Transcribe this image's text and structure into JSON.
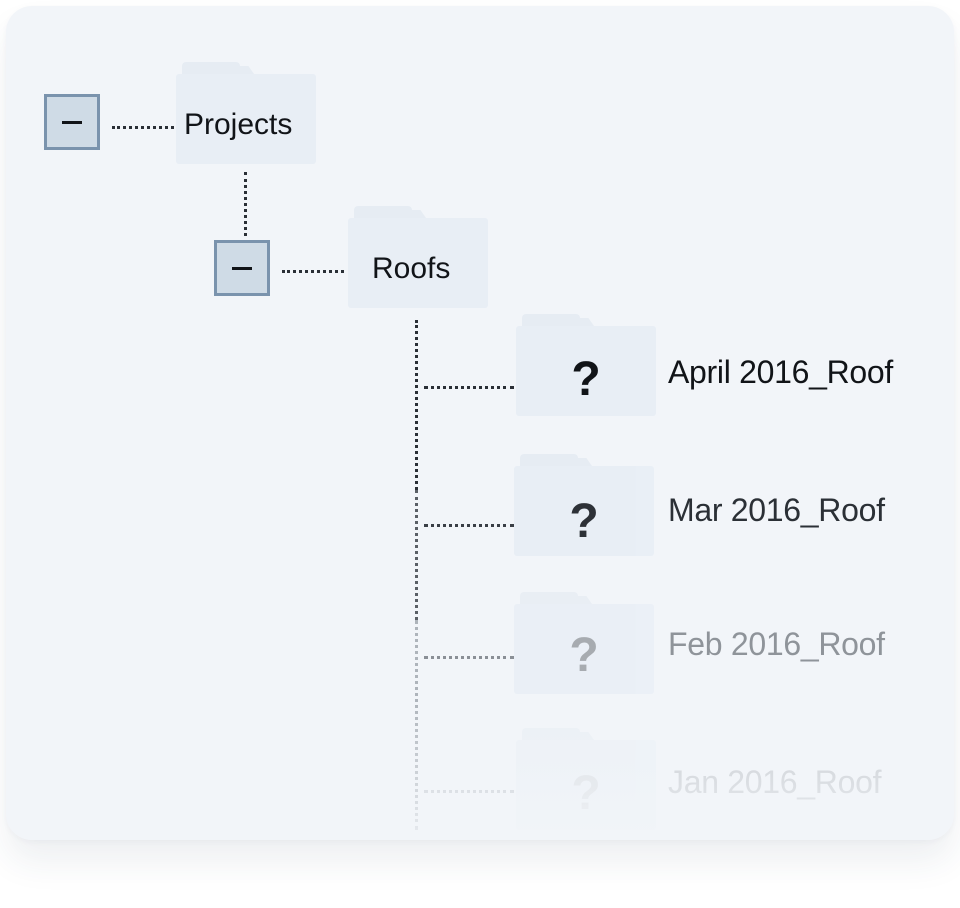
{
  "tree": {
    "root": {
      "label": "Projects",
      "expanded_symbol": "–"
    },
    "child": {
      "label": "Roofs",
      "expanded_symbol": "–"
    },
    "items": [
      {
        "label": "April 2016_Roof",
        "icon": "?"
      },
      {
        "label": "Mar 2016_Roof",
        "icon": "?"
      },
      {
        "label": "Feb 2016_Roof",
        "icon": "?"
      },
      {
        "label": "Jan 2016_Roof",
        "icon": "?"
      }
    ]
  },
  "colors": {
    "card_bg": "#f2f5f9",
    "folder": "#e8eef5",
    "toggle_fill": "#cfdbe6",
    "toggle_border": "#7a93ad",
    "text": "#111418"
  }
}
